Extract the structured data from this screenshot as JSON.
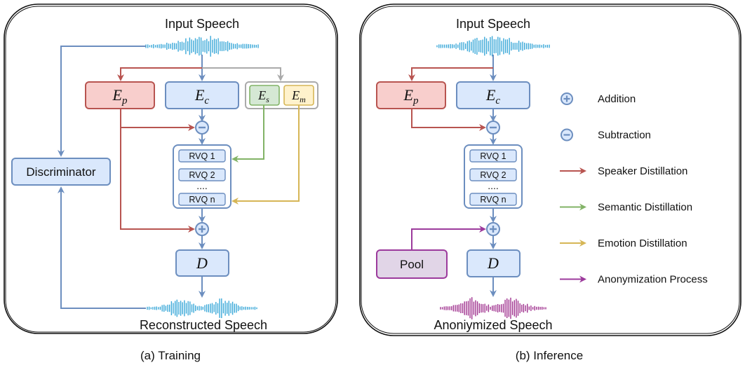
{
  "training": {
    "input_label": "Input Speech",
    "output_label": "Reconstructed Speech",
    "caption": "(a) Training",
    "discriminator": "Discriminator",
    "encoders": {
      "ep": "E",
      "ep_sub": "p",
      "ec": "E",
      "ec_sub": "c",
      "es": "E",
      "es_sub": "s",
      "em": "E",
      "em_sub": "m"
    },
    "rvq": [
      "RVQ 1",
      "RVQ 2",
      "....",
      "RVQ n"
    ],
    "decoder": "D"
  },
  "inference": {
    "input_label": "Input Speech",
    "output_label": "Anoniymized Speech",
    "caption": "(b) Inference",
    "pool": "Pool",
    "encoders": {
      "ep": "E",
      "ep_sub": "p",
      "ec": "E",
      "ec_sub": "c"
    },
    "rvq": [
      "RVQ 1",
      "RVQ 2",
      "....",
      "RVQ n"
    ],
    "decoder": "D"
  },
  "legend": [
    {
      "label": "Addition",
      "symbol": "plus-circle-icon",
      "color": "#6c8ebf"
    },
    {
      "label": "Subtraction",
      "symbol": "minus-circle-icon",
      "color": "#6c8ebf"
    },
    {
      "label": "Speaker Distillation",
      "symbol": "arrow-icon",
      "color": "#b85450"
    },
    {
      "label": "Semantic Distillation",
      "symbol": "arrow-icon",
      "color": "#82b366"
    },
    {
      "label": "Emotion Distillation",
      "symbol": "arrow-icon",
      "color": "#d6b656"
    },
    {
      "label": "Anonymization Process",
      "symbol": "arrow-icon",
      "color": "#9c3a9c"
    }
  ],
  "colors": {
    "blue_stroke": "#6c8ebf",
    "blue_fill": "#dae8fc",
    "red_stroke": "#b85450",
    "red_fill": "#f8cecc",
    "green_stroke": "#82b366",
    "green_fill": "#d5e8d4",
    "yellow_stroke": "#d6b656",
    "yellow_fill": "#fff2cc",
    "purple_stroke": "#9c3a9c",
    "purple_fill": "#e1d5e7",
    "gray": "#aaaaaa",
    "wave_blue": "#3aa8d8",
    "wave_purple": "#a0338f"
  }
}
